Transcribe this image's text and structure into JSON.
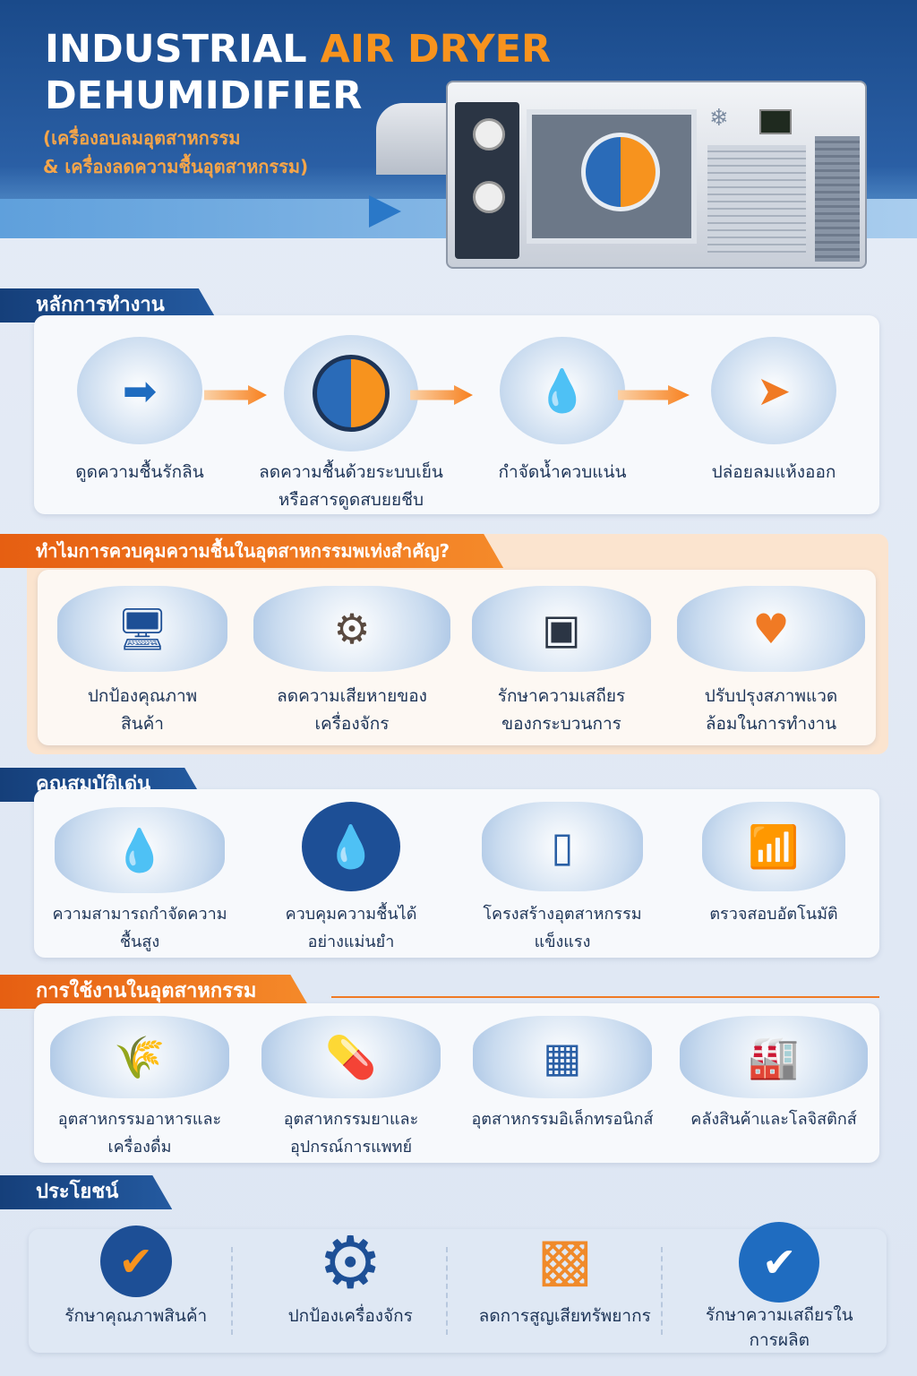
{
  "header": {
    "title_white": "INDUSTRIAL",
    "title_orange": "AIR DRYER",
    "title_line2": "DEHUMIDIFIER",
    "subtitle_line1": "(เครื่องอบลมอุตสาหกรรม",
    "subtitle_line2": "& เครื่องลดความชื้นอุตสาหกรรม)"
  },
  "sections": {
    "working": {
      "title": "หลักการทำงาน",
      "steps": [
        {
          "label": "ดูดความชื้นรักลิน",
          "icon": "air-intake-icon"
        },
        {
          "label": "ลดความชื้นด้วยระบบเย็น",
          "label2": "หรือสารดูดสบยยชีบ",
          "icon": "fan-wheel-icon"
        },
        {
          "label": "กำจัดน้ำควบแน่น",
          "icon": "water-drop-icon"
        },
        {
          "label": "ปล่อยลมแห้งออก",
          "icon": "dry-air-out-icon"
        }
      ]
    },
    "why": {
      "title": "ทำไมการควบคุมความชื้นในอุตสาหกรรมพเท่งสำคัญ?",
      "items": [
        {
          "label": "ปกป้องคุณภาพ",
          "label2": "สินค้า",
          "icon": "product-quality-icon"
        },
        {
          "label": "ลดความเสียหายของ",
          "label2": "เครื่องจักร",
          "icon": "gear-rust-icon"
        },
        {
          "label": "รักษาความเสถียร",
          "label2": "ของกระบวนการ",
          "icon": "chip-process-icon"
        },
        {
          "label": "ปรับปรุงสภาพแวด",
          "label2": "ล้อมในการทำงาน",
          "icon": "heart-air-icon"
        }
      ]
    },
    "features": {
      "title": "คุณสมบัติเด่น",
      "items": [
        {
          "label": "ความสามารถกำจัดความ",
          "label2": "ชื้นสูง",
          "icon": "water-drop-icon"
        },
        {
          "label": "ควบคุมความชื้นได้",
          "label2": "อย่างแม่นยำ",
          "icon": "energy-drop-icon"
        },
        {
          "label": "โครงสร้างอุตสาหกรรม",
          "label2": "แข็งแรง",
          "icon": "industrial-unit-icon"
        },
        {
          "label": "ตรวจสอบอัตโนมัติ",
          "label2": "",
          "icon": "remote-monitor-icon"
        }
      ]
    },
    "applications": {
      "title": "การใช้งานในอุตสาหกรรม",
      "items": [
        {
          "label": "อุตสาหกรรมอาหารและ",
          "label2": "เครื่องดื่ม",
          "icon": "food-beverage-icon"
        },
        {
          "label": "อุตสาหกรรมยาและ",
          "label2": "อุปกรณ์การแพทย์",
          "icon": "pill-icon"
        },
        {
          "label": "อุตสาหกรรมอิเล็กทรอนิกส์",
          "label2": "",
          "icon": "electronics-icon"
        },
        {
          "label": "คลังสินค้าและโลจิสติกส์",
          "label2": "",
          "icon": "warehouse-icon"
        }
      ]
    },
    "benefits": {
      "title": "ประโยชน์",
      "items": [
        {
          "label": "รักษาคุณภาพสินค้า",
          "label2": "",
          "icon": "quality-badge-icon"
        },
        {
          "label": "ปกป้องเครื่องจักร",
          "label2": "",
          "icon": "gear-icon"
        },
        {
          "label": "ลดการสูญเสียทรัพยากร",
          "label2": "",
          "icon": "boxes-icon"
        },
        {
          "label": "รักษาความเสถียรใน",
          "label2": "การผลิต",
          "icon": "check-circle-icon"
        }
      ]
    }
  },
  "colors": {
    "primary": "#1a4a8a",
    "accent": "#f07a24"
  }
}
